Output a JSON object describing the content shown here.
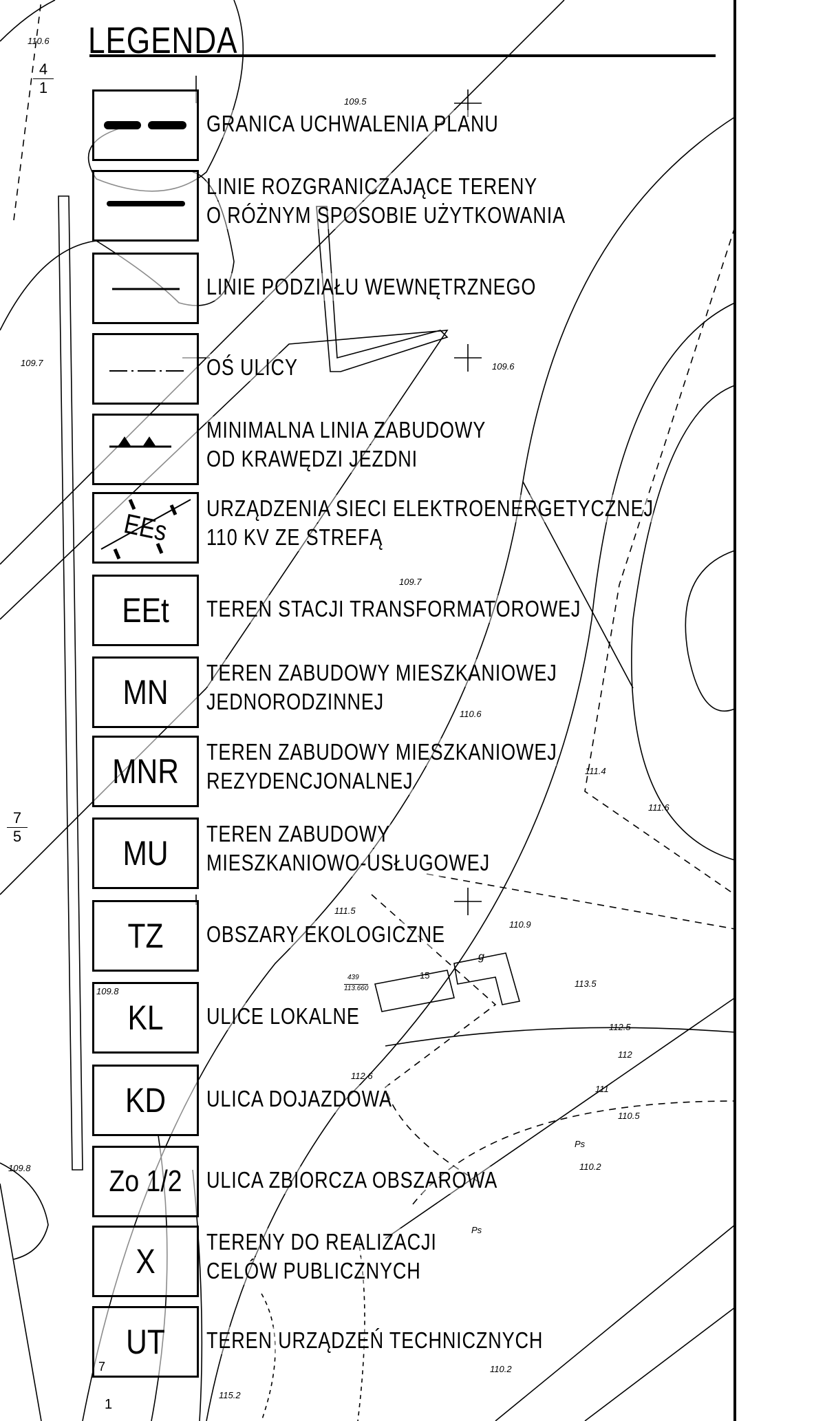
{
  "legend": {
    "title": "LEGENDA",
    "items": [
      {
        "symbol": "",
        "label": "GRANICA UCHWALENIA PLANU"
      },
      {
        "symbol": "",
        "label": "LINIE ROZGRANICZAJĄCE TERENY",
        "label2": "O RÓŻNYM SPOSOBIE UŻYTKOWANIA"
      },
      {
        "symbol": "",
        "label": "LINIE  PODZIAŁU WEWNĘTRZNEGO"
      },
      {
        "symbol": "",
        "label": "OŚ ULICY"
      },
      {
        "symbol": "",
        "label": "MINIMALNA LINIA ZABUDOWY",
        "label2": "OD KRAWĘDZI JEZDNI"
      },
      {
        "symbol": "EEs",
        "label": "URZĄDZENIA SIECI ELEKTROENERGETYCZNEJ",
        "label2": "110 KV ZE STREFĄ"
      },
      {
        "symbol": "EEt",
        "label": "TEREN STACJI TRANSFORMATOROWEJ"
      },
      {
        "symbol": "MN",
        "label": "TEREN ZABUDOWY  MIESZKANIOWEJ",
        "label2": "JEDNORODZINNEJ"
      },
      {
        "symbol": "MNR",
        "label": "TEREN ZABUDOWY MIESZKANIOWEJ",
        "label2": "REZYDENCJONALNEJ"
      },
      {
        "symbol": "MU",
        "label": "TEREN ZABUDOWY",
        "label2": "MIESZKANIOWO-USŁUGOWEJ"
      },
      {
        "symbol": "TZ",
        "label": "OBSZARY EKOLOGICZNE"
      },
      {
        "symbol": "KL",
        "label": "ULICE LOKALNE"
      },
      {
        "symbol": "KD",
        "label": "ULICA DOJAZDOWA"
      },
      {
        "symbol": "Zo 1/2",
        "label": "ULICA ZBIORCZA OBSZAROWA"
      },
      {
        "symbol": "X",
        "label": "TERENY DO REALIZACJI",
        "label2": "CELÓW PUBLICZNYCH"
      },
      {
        "symbol": "UT",
        "symbol_note": "7",
        "label": "TEREN URZĄDZEŃ TECHNICZNYCH"
      }
    ]
  },
  "map": {
    "sheet_top": {
      "num": "4",
      "den": "1"
    },
    "sheet_mid": {
      "num": "7",
      "den": "5"
    },
    "sheet_bottom": "1",
    "elevations": [
      "110.6",
      "109.5",
      "109.7",
      "109.6",
      "109.7",
      "110.6",
      "111.4",
      "111.6",
      "111.5",
      "110.9",
      "113.5",
      "112.5",
      "112",
      "111",
      "110.5",
      "110.2",
      "112.6",
      "109.8",
      "109.8",
      "110.2",
      "115.2"
    ],
    "building_numbers": [
      "15",
      "g"
    ],
    "parcel": {
      "num": "439",
      "den": "113.660"
    },
    "soil": [
      "Ps",
      "Ps"
    ]
  }
}
